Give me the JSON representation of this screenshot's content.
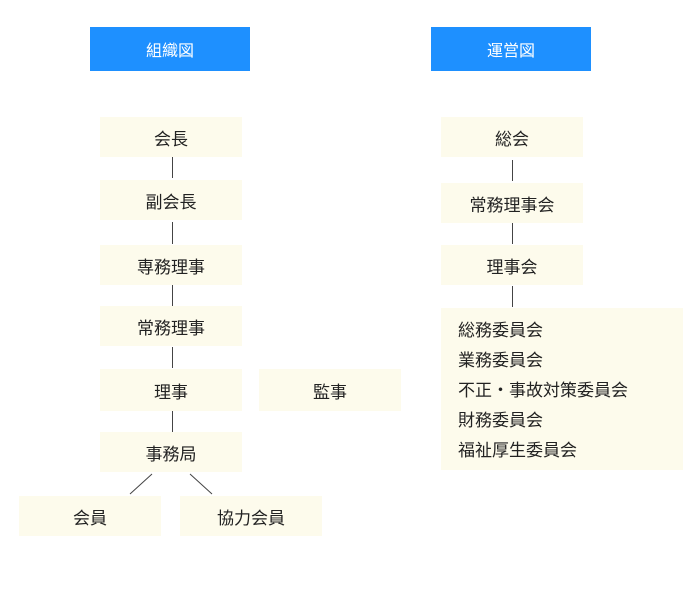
{
  "left_chart": {
    "title": "組織図",
    "nodes": {
      "kaicho": "会長",
      "fukukaicho": "副会長",
      "senmu": "専務理事",
      "jomu": "常務理事",
      "riji": "理事",
      "kanji": "監事",
      "jimukyoku": "事務局",
      "kaiin": "会員",
      "kyoryoku": "協力会員"
    }
  },
  "right_chart": {
    "title": "運営図",
    "nodes": {
      "sokai": "総会",
      "jomu_rijikai": "常務理事会",
      "rijikai": "理事会"
    },
    "committees": [
      "総務委員会",
      "業務委員会",
      "不正・事故対策委員会",
      "財務委員会",
      "福祉厚生委員会"
    ]
  }
}
